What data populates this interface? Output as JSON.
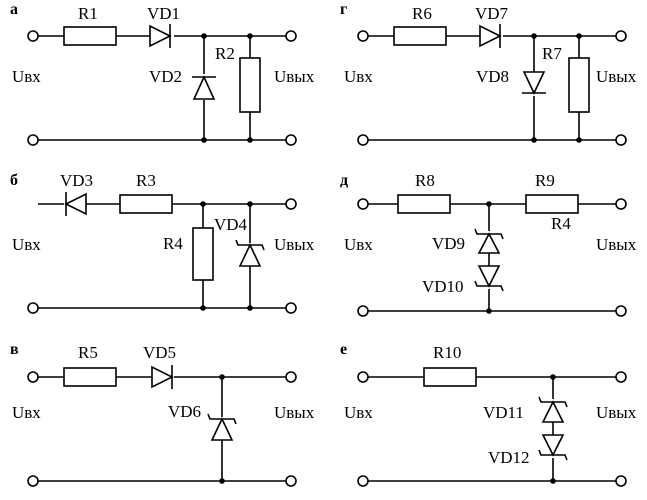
{
  "circuits": {
    "a": {
      "letter": "а",
      "labels": {
        "r1": "R1",
        "vd1": "VD1",
        "r2": "R2",
        "vd2": "VD2",
        "uin": "Uвх",
        "uout": "Uвых"
      }
    },
    "b": {
      "letter": "б",
      "labels": {
        "vd3": "VD3",
        "r3": "R3",
        "r4": "R4",
        "vd4": "VD4",
        "uin": "Uвх",
        "uout": "Uвых"
      }
    },
    "v": {
      "letter": "в",
      "labels": {
        "r5": "R5",
        "vd5": "VD5",
        "vd6": "VD6",
        "uin": "Uвх",
        "uout": "Uвых"
      }
    },
    "g": {
      "letter": "г",
      "labels": {
        "r6": "R6",
        "vd7": "VD7",
        "r7": "R7",
        "vd8": "VD8",
        "uin": "Uвх",
        "uout": "Uвых"
      }
    },
    "d": {
      "letter": "д",
      "labels": {
        "r8": "R8",
        "r9": "R9",
        "r4": "R4",
        "vd9": "VD9",
        "vd10": "VD10",
        "uin": "Uвх",
        "uout": "Uвых"
      }
    },
    "e": {
      "letter": "е",
      "labels": {
        "r10": "R10",
        "vd11": "VD11",
        "vd12": "VD12",
        "uin": "Uвх",
        "uout": "Uвых"
      }
    }
  }
}
